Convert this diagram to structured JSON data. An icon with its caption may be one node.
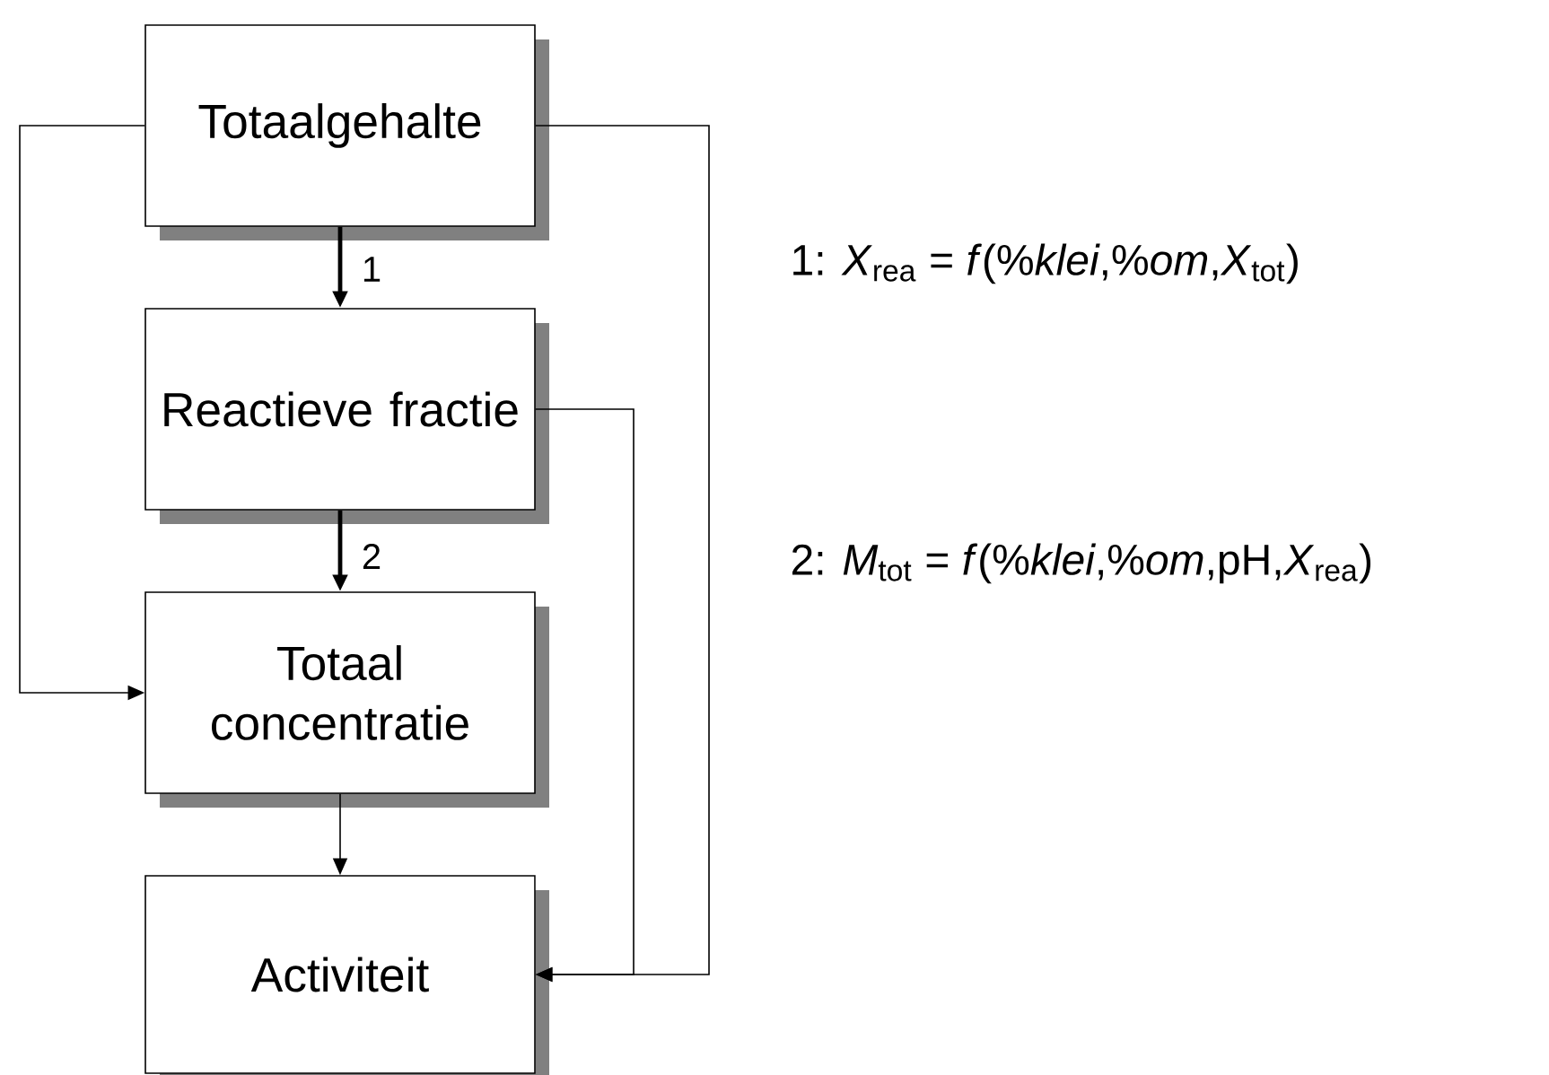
{
  "diagram": {
    "nodes": [
      {
        "text": [
          "Totaalgehalte"
        ]
      },
      {
        "text": [
          "Reactieve fractie"
        ]
      },
      {
        "text": [
          "Totaal concentratie"
        ]
      },
      {
        "text": [
          "Activiteit"
        ]
      }
    ],
    "edges": [
      {
        "from": 0,
        "to": 1,
        "arrow": "to",
        "label": "1",
        "style": "thick"
      },
      {
        "from": 1,
        "to": 2,
        "arrow": "to",
        "label": "2",
        "style": "thick"
      },
      {
        "from": 0,
        "to": 2,
        "arrow": "to"
      },
      {
        "from": 2,
        "to": 3,
        "arrow": "to"
      },
      {
        "from": 1,
        "to": 3,
        "arrow": "to"
      },
      {
        "from": 0,
        "to": 3,
        "arrow": "to"
      }
    ],
    "labels": [
      "1: *X*$_{rea}$ = *f*(%*klei*,%*om*,*X*$_{tot}$)",
      "2: *M*$_{tot}$ = *f*(%*klei*,%*om*,pH,*X*$_{rea}$)"
    ]
  }
}
